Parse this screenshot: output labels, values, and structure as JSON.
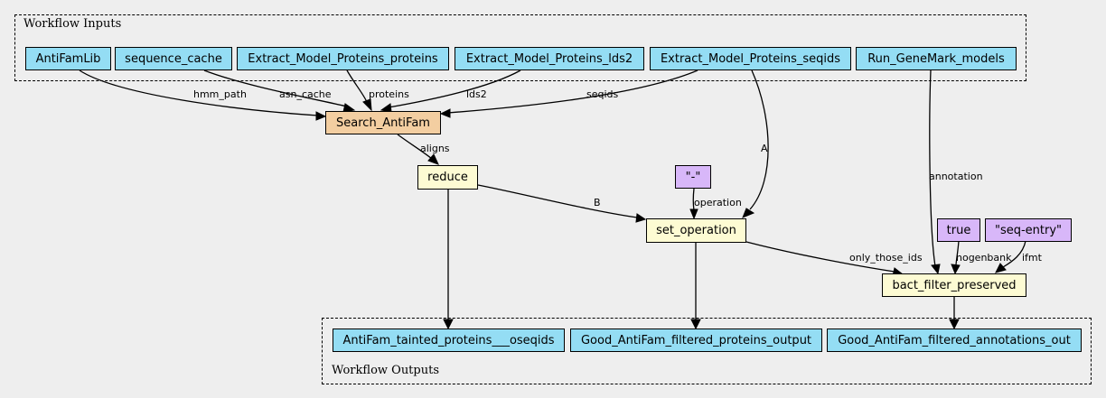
{
  "clusters": {
    "inputs_label": "Workflow Inputs",
    "outputs_label": "Workflow Outputs"
  },
  "nodes": {
    "antifamlib": "AntiFamLib",
    "sequence_cache": "sequence_cache",
    "emp_proteins": "Extract_Model_Proteins_proteins",
    "emp_lds2": "Extract_Model_Proteins_lds2",
    "emp_seqids": "Extract_Model_Proteins_seqids",
    "run_genemark": "Run_GeneMark_models",
    "search_antifam": "Search_AntiFam",
    "reduce": "reduce",
    "dash_literal": "\"-\"",
    "set_operation": "set_operation",
    "true_literal": "true",
    "seq_entry_literal": "\"seq-entry\"",
    "bact_filter": "bact_filter_preserved",
    "out_tainted": "AntiFam_tainted_proteins___oseqids",
    "out_proteins": "Good_AntiFam_filtered_proteins_output",
    "out_annotations": "Good_AntiFam_filtered_annotations_out"
  },
  "edges": {
    "hmm_path": "hmm_path",
    "asn_cache": "asn_cache",
    "proteins": "proteins",
    "lds2": "lds2",
    "seqids": "seqids",
    "a": "A",
    "annotation": "annotation",
    "aligns": "aligns",
    "b": "B",
    "operation": "operation",
    "nogenbank": "nogenbank",
    "ifmt": "ifmt",
    "only_those_ids": "only_those_ids"
  },
  "colors": {
    "io_node": "#94ddf4",
    "step_node": "#f3cea1",
    "expression_node": "#fdfbd3",
    "literal_node": "#d8b7f9",
    "background": "#eeeeee"
  }
}
